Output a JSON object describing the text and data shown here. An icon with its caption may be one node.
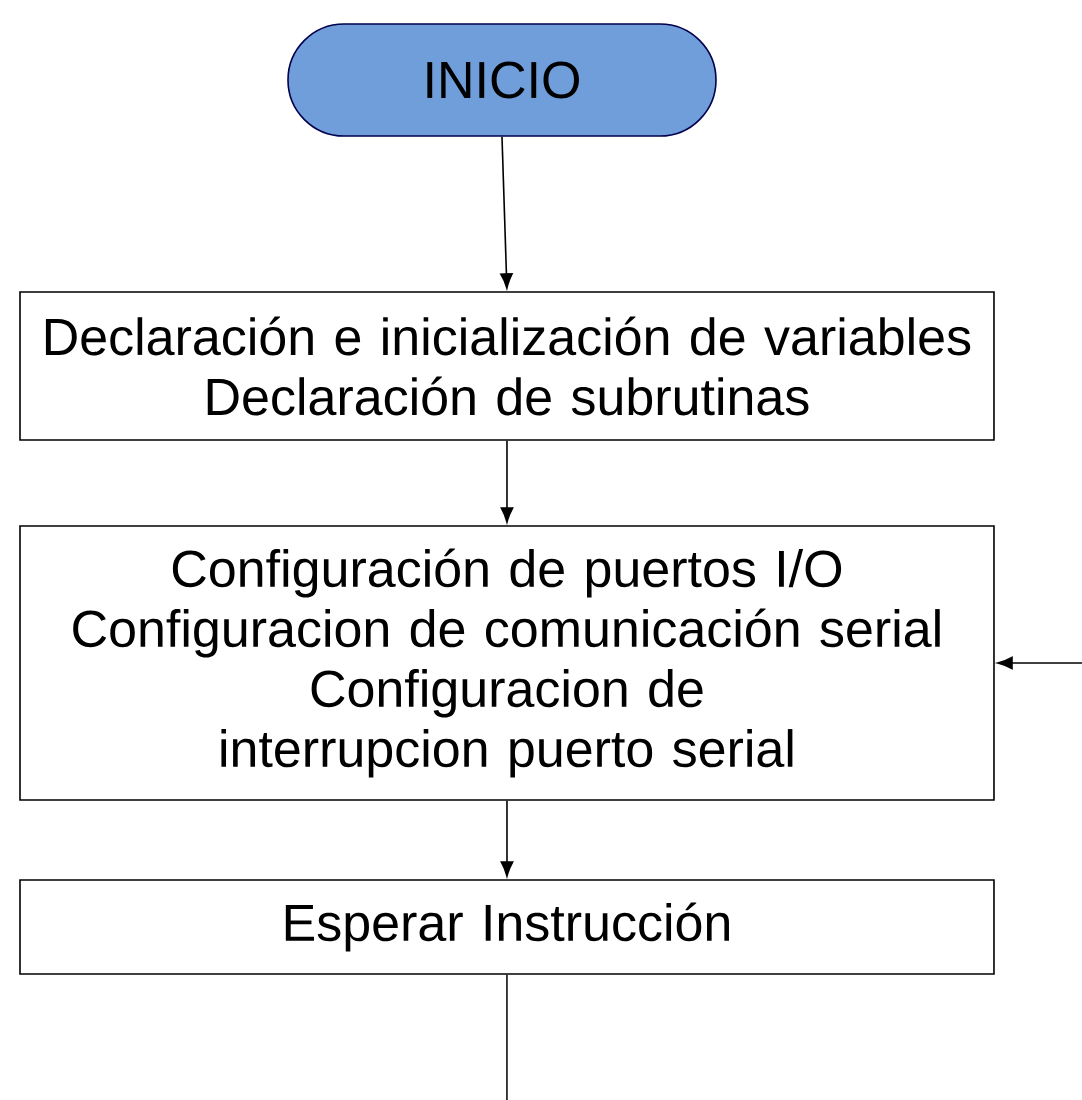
{
  "diagram": {
    "nodes": [
      {
        "text": [
          "INICIO"
        ]
      },
      {
        "text": [
          "Declaración e inicialización de variables",
          "Declaración de subrutinas"
        ]
      },
      {
        "text": [
          "Configuración de puertos I/O",
          "Configuracion de comunicación serial",
          "Configuracion de interrupcion puerto serial"
        ]
      },
      {
        "text": [
          "Esperar Instrucción"
        ]
      }
    ],
    "edges": [
      {
        "from": 0,
        "to": 1,
        "arrow": "to"
      },
      {
        "from": 1,
        "to": 2,
        "arrow": "to"
      },
      {
        "from": 2,
        "to": 3,
        "arrow": "to"
      },
      {
        "from": 3,
        "to": null,
        "arrow": "none"
      },
      {
        "from": null,
        "to": 2,
        "arrow": "to"
      }
    ]
  }
}
